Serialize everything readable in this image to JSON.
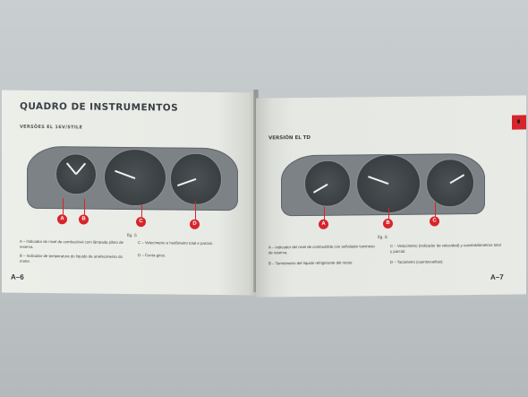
{
  "left_page": {
    "title": "QUADRO DE INSTRUMENTOS",
    "subtitle": "VERSÕES EL 16V/STILE",
    "figure": "fig. 5",
    "markers": [
      "A",
      "B",
      "C",
      "D"
    ],
    "legend": {
      "a": "A – Indicador do nível de combustível com lâmpada piloto de reserva.",
      "b": "B – Indicador de temperatura do líquido de arrefecimento do motor.",
      "c": "C – Velocímetro e hodômetro total e parcial.",
      "d": "D – Conta-giros."
    },
    "page_number": "A–6"
  },
  "right_page": {
    "subtitle": "VERSIÓN EL TD",
    "figure": "fig. 6",
    "markers": [
      "A",
      "B",
      "C"
    ],
    "legend": {
      "a": "A – Indicador del nivel de combustible con señalador luminoso de reserva.",
      "b": "B – Termómetro del líquido refrigerante del motor.",
      "c": "C – Velocímetro (indicador de velocidad) y cuentakilómetros total y parcial.",
      "d": "D – Tacómetro (cuentavueltas)."
    },
    "page_number": "A–7"
  }
}
